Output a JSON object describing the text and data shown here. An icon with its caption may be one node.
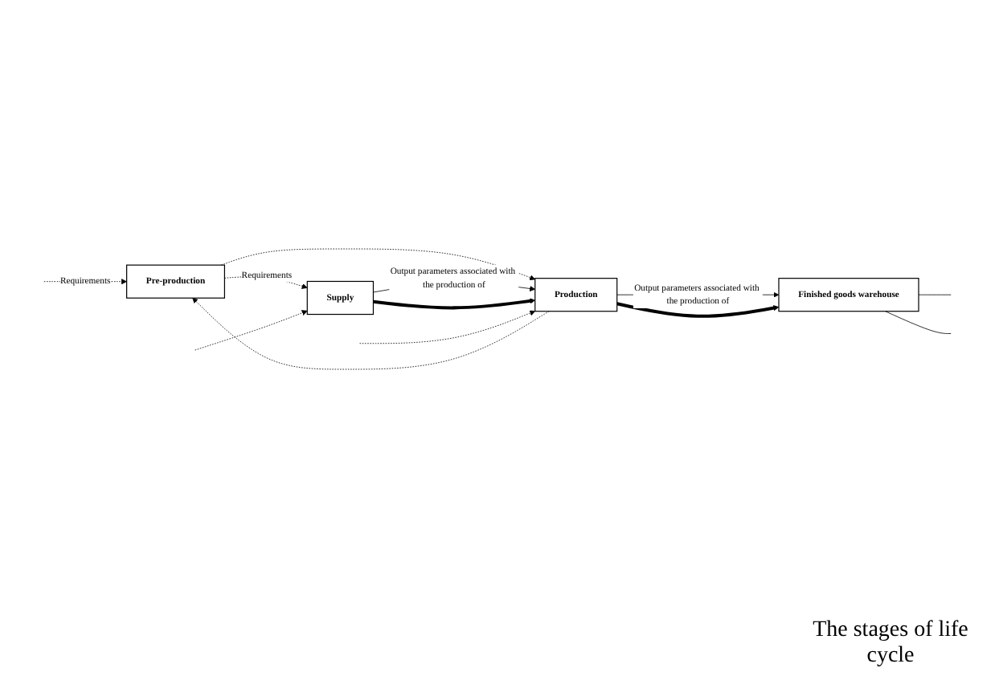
{
  "diagram": {
    "nodes": [
      {
        "text": [
          "Pre-production"
        ]
      },
      {
        "text": [
          "Supply"
        ]
      },
      {
        "text": [
          "Production"
        ]
      },
      {
        "text": [
          "Finished goods warehouse"
        ]
      }
    ],
    "edges": [
      {
        "from": 0,
        "to": 2,
        "arrow": "to",
        "style": "dashed"
      },
      {
        "from": 0,
        "to": 1,
        "arrow": "to",
        "style": "dashed",
        "label": "Requirements"
      },
      {
        "from": 2,
        "to": 0,
        "arrow": "to",
        "style": "dashed"
      },
      {
        "from": null,
        "to": 0,
        "arrow": "to",
        "style": "dashed",
        "label": "Requirements"
      },
      {
        "from": 1,
        "to": 2,
        "arrow": "to",
        "label": "Output parameters associated with the production of"
      },
      {
        "from": 1,
        "to": 2,
        "arrow": "to",
        "style": "thick"
      },
      {
        "from": 2,
        "to": 3,
        "arrow": "to",
        "label": "Output parameters associated with the production of"
      },
      {
        "from": 2,
        "to": 3,
        "arrow": "to",
        "style": "thick"
      },
      {
        "from": 3,
        "to": null,
        "arrow": "none"
      },
      {
        "from": 3,
        "to": null,
        "arrow": "none"
      },
      {
        "from": null,
        "to": 1,
        "arrow": "to",
        "style": "dashed"
      },
      {
        "from": null,
        "to": 2,
        "arrow": "to",
        "style": "dashed"
      }
    ],
    "labels": [
      "The stages of life cycle"
    ]
  }
}
